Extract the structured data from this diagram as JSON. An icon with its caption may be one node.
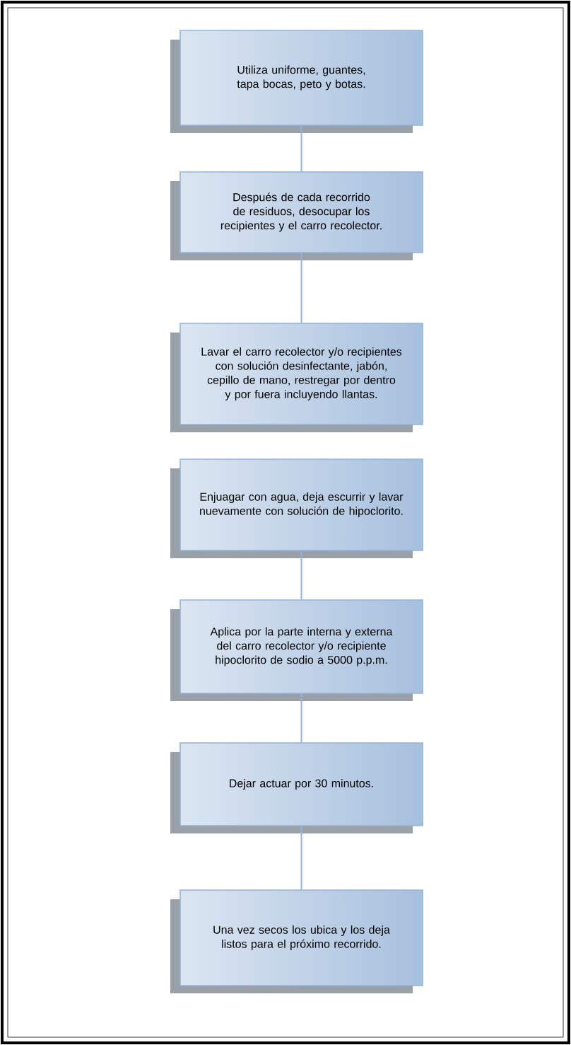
{
  "diagram": {
    "nodes": [
      {
        "text": [
          "Utiliza uniforme, guantes, tapa bocas, peto y botas."
        ]
      },
      {
        "text": [
          "Después de cada recorrido de residuos, desocupar los recipientes y el carro recolector."
        ]
      },
      {
        "text": [
          "Lavar el carro recolector y/o recipientes con solución desinfectante, jabón, cepillo de mano, restregar por dentro y por fuera incluyendo llantas."
        ]
      },
      {
        "text": [
          "Enjuagar con agua, deja escurrir y lavar nuevamente con solución de hipoclorito."
        ]
      },
      {
        "text": [
          "Aplica por la parte interna y externa del carro recolector y/o recipiente hipoclorito de sodio a 5000 p.p.m."
        ]
      },
      {
        "text": [
          "Dejar actuar por 30 minutos."
        ]
      },
      {
        "text": [
          "Una vez secos los ubica y los deja listos para el próximo recorrido."
        ]
      }
    ],
    "edges": [
      {
        "from": 0,
        "to": 1,
        "arrow": "none"
      },
      {
        "from": 1,
        "to": 2,
        "arrow": "none"
      },
      {
        "from": 3,
        "to": 4,
        "arrow": "none"
      },
      {
        "from": 4,
        "to": 5,
        "arrow": "none"
      },
      {
        "from": 5,
        "to": 6,
        "arrow": "none"
      }
    ]
  }
}
